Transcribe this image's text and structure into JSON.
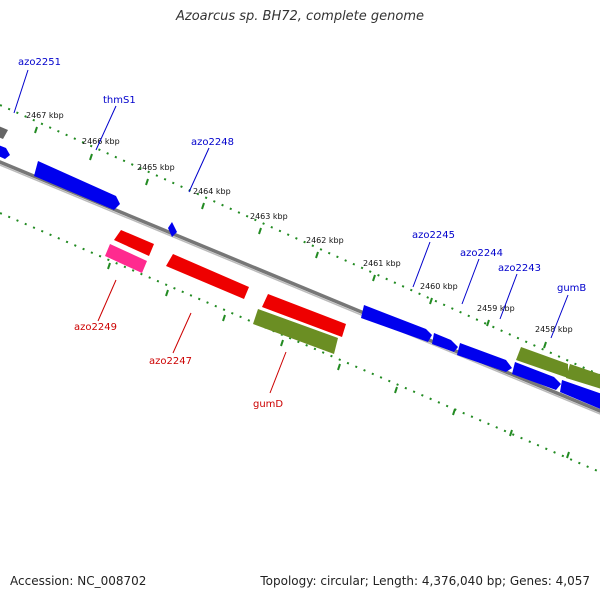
{
  "title": "Azoarcus sp. BH72, complete genome",
  "footer": {
    "accession": "Accession: NC_008702",
    "topology": "Topology: circular; Length: 4,376,040 bp; Genes: 4,057"
  },
  "colors": {
    "background": "#ffffff",
    "backbone": "#808080",
    "tick": "#228b22",
    "forward_gene": "#0000ff",
    "reverse_gene": "#ff0000",
    "forward_label": "#0000cc",
    "reverse_label": "#cc0000",
    "olive_gene": "#6b8e23",
    "pink_gene": "#ff3399",
    "grey_gene": "#777777"
  },
  "scale_labels": [
    "2467 kbp",
    "2466 kbp",
    "2465 kbp",
    "2464 kbp",
    "2463 kbp",
    "2462 kbp",
    "2461 kbp",
    "2460 kbp",
    "2459 kbp",
    "2458 kbp"
  ],
  "gene_labels_forward": [
    "azo2251",
    "thmS1",
    "azo2248",
    "azo2245",
    "azo2244",
    "azo2243",
    "gumB"
  ],
  "gene_labels_reverse": [
    "azo2249",
    "azo2247",
    "gumD"
  ]
}
